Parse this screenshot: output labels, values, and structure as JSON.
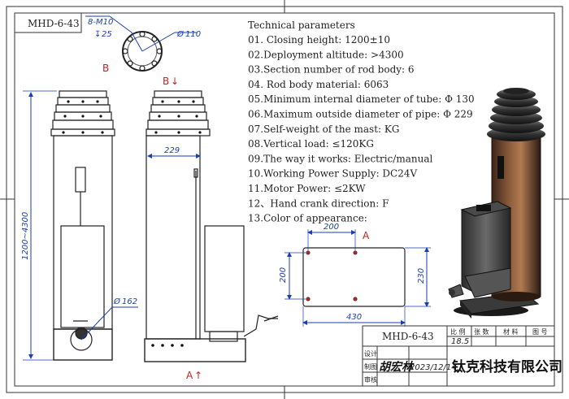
{
  "drawing": {
    "code_header": "MHD-6-43",
    "bolt_label": "8-M10",
    "depth_label": "25",
    "circle_dia": "110",
    "view_b": "B",
    "view_a": "A",
    "dim_229": "229",
    "dim_height": "1200~4300",
    "dim_162": "162",
    "plate_width_top": "200",
    "plate_height_left": "200",
    "plate_height_right": "230",
    "plate_width_bottom": "430"
  },
  "parameters": {
    "title": "Technical parameters",
    "items": [
      "01.  Closing height: 1200±10",
      "02.Deployment altitude: >4300",
      "03.Section number of rod body: 6",
      "04.  Rod body material: 6063",
      "05.Minimum internal diameter of tube: Φ 130",
      "06.Maximum outside diameter of pipe:  Φ 229",
      "07.Self-weight of the mast:            KG",
      "08.Vertical load: ≤120KG",
      "09.The way it works: Electric/manual",
      "10.Working Power Supply: DC24V",
      "11.Motor Power: ≤2KW",
      "12、Hand crank direction: F",
      "13.Color of appearance:"
    ]
  },
  "titleblock": {
    "model": "MHD-6-43",
    "h_scale": "比 例",
    "h_qty": "张 数",
    "h_material": "材 料",
    "h_sheet": "图 号",
    "scale_value": "18.5",
    "design": "设计",
    "draft": "制图",
    "review": "审核",
    "signature": "胡宏林",
    "date": "2023/12/14",
    "company": "钛克科技有限公司"
  }
}
